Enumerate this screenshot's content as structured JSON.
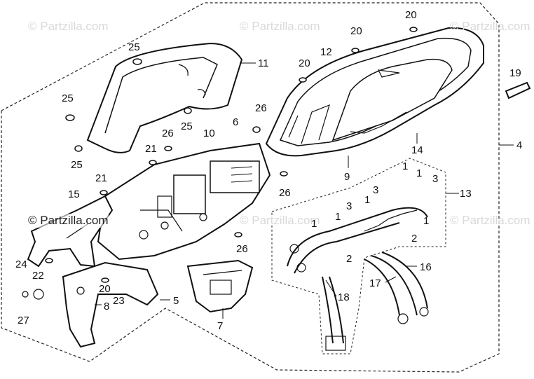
{
  "watermark": {
    "text": "© Partzilla.com"
  },
  "callouts": {
    "c25a": "25",
    "c11": "11",
    "c25b": "25",
    "c25c": "25",
    "c25d": "25",
    "c26a": "26",
    "c26b": "26",
    "c26c": "26",
    "c26d": "26",
    "c10": "10",
    "c6": "6",
    "c21a": "21",
    "c21b": "21",
    "c15": "15",
    "c24": "24",
    "c22": "22",
    "c27": "27",
    "c20a": "20",
    "c8": "8",
    "c23": "23",
    "c5": "5",
    "c7": "7",
    "c20b": "20",
    "c20c": "20",
    "c20d": "20",
    "c12": "12",
    "c19": "19",
    "c4": "4",
    "c14": "14",
    "c9": "9",
    "c13": "13",
    "c1a": "1",
    "c1b": "1",
    "c1c": "1",
    "c1d": "1",
    "c1e": "1",
    "c1f": "1",
    "c3a": "3",
    "c3b": "3",
    "c3c": "3",
    "c2a": "2",
    "c2b": "2",
    "c16": "16",
    "c17": "17",
    "c18": "18"
  }
}
